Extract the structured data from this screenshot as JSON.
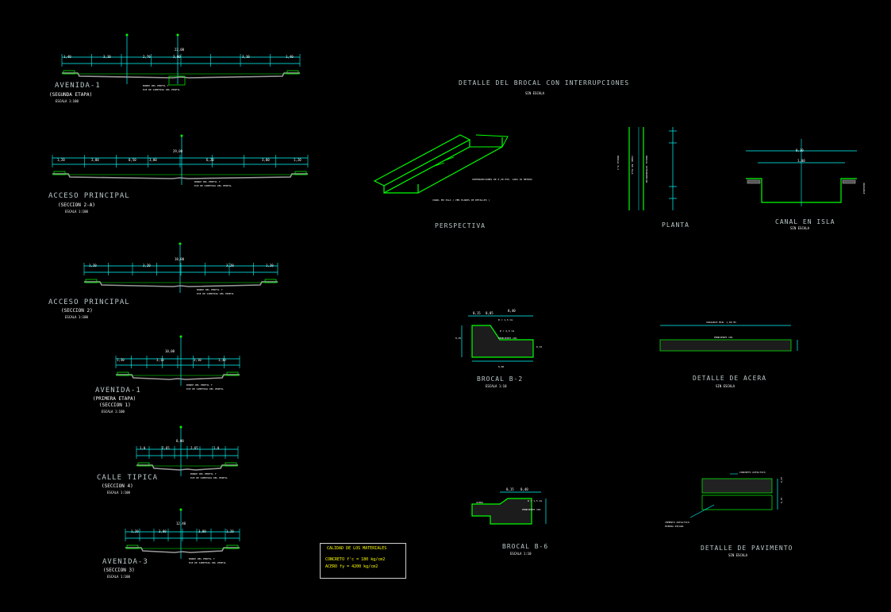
{
  "sections": [
    {
      "title": "AVENIDA-1",
      "sub": "(SEGUNDA ETAPA)",
      "scale": "ESCALA 1:100",
      "total": "22,00",
      "dims": [
        "1,40",
        "3,10",
        "2,70",
        "3,00",
        "3,10",
        "1,40"
      ],
      "notes": [
        "BORDE DEL PERFIL Y",
        "EJE DE SIMETRIA DEL PERFIL"
      ]
    },
    {
      "title": "ACCESO PRINCIPAL",
      "sub": "(SECCION 2-A)",
      "scale": "ESCALA 1:100",
      "total": "29,00",
      "dims": [
        "1,20",
        "3,00",
        "0,50",
        "3,00",
        "6,20",
        "3,00",
        "1,20"
      ],
      "notes": [
        "BORDE DEL PERFIL Y",
        "EJE DE SIMETRIA DEL PERFIL"
      ]
    },
    {
      "title": "ACCESO PRINCIPAL",
      "sub": "(SECCION 2)",
      "scale": "ESCALA 1:100",
      "total": "18,00",
      "dims": [
        "1,20",
        "3,20",
        "3,20",
        "1,20"
      ],
      "notes": [
        "BORDE DEL PERFIL Y",
        "EJE DE SIMETRIA DEL PERFIL"
      ]
    },
    {
      "title": "AVENIDA-1",
      "sub": "(PRIMERA ETAPA)",
      "sub2": "(SECCION 1)",
      "scale": "ESCALA 1:100",
      "total": "10,00",
      "dims": [
        "1,30",
        "3,10",
        "3,10",
        "1,30"
      ],
      "notes": [
        "BORDE DEL PERFIL Y",
        "EJE DE SIMETRIA DEL PERFIL"
      ]
    },
    {
      "title": "CALLE TIPICA",
      "sub": "(SECCION 4)",
      "scale": "ESCALA 1:100",
      "total": "8,00",
      "dims": [
        "1,0",
        "2,65",
        "2,65",
        "1,0"
      ],
      "notes": [
        "BORDE DEL PERFIL Y",
        "EJE DE SIMETRIA DEL PERFIL"
      ]
    },
    {
      "title": "AVENIDA-3",
      "sub": "(SECCION 3)",
      "scale": "ESCALA 1:100",
      "total": "12,40",
      "dims": [
        "1,20",
        "3,00",
        "3,00",
        "1,20"
      ],
      "notes": [
        "BORDE DEL PERFIL Y",
        "EJE DE SIMETRIA DEL PERFIL"
      ]
    }
  ],
  "details": {
    "brocal_interrupciones": {
      "title": "DETALLE DEL BROCAL CON INTERRUPCIONES",
      "scale": "SIN ESCALA"
    },
    "perspectiva": {
      "title": "PERSPECTIVA",
      "notes": [
        "INTERRUPCIONES DE 0,30 MTS. CADA 10 METROS",
        "CANAL EN ISLA ( VER PLANOS DE DETALLES )"
      ]
    },
    "planta": {
      "title": "PLANTA",
      "notes": [
        "BROCAL B-2",
        "CANAL EN ISLA",
        "BROCAL INTERRUMPIDO"
      ]
    },
    "canal_isla": {
      "title": "CANAL EN ISLA",
      "scale": "SIN ESCALA",
      "dims": [
        "0,30",
        "1,00",
        "VARIABLE"
      ]
    },
    "brocal_b2": {
      "title": "BROCAL B-2",
      "scale": "ESCALA 1:10",
      "dims": [
        "0,15",
        "0,05",
        "0,40",
        "R = 1,5 Cm",
        "R = 2,5 Cm",
        "PENDIENTE 10%",
        "0,25",
        "0,15",
        "0,60"
      ]
    },
    "acera": {
      "title": "DETALLE DE ACERA",
      "scale": "SIN ESCALA",
      "dims": [
        "VARIABLE MIN. 1,00 Mt.",
        "PENDIENTE 10%"
      ]
    },
    "brocal_b6": {
      "title": "BROCAL B-6",
      "scale": "ESCALA 1:10",
      "dims": [
        "0,15",
        "0,40",
        "R = 1,5 Cm",
        "PENDIENTE 10%",
        "ACERA"
      ]
    },
    "pavimento": {
      "title": "DETALLE DE PAVIMENTO",
      "scale": "SIN ESCALA",
      "dims": [
        "CONCRETO ASFALTICO",
        "0,07",
        "0,15",
        "CEMENTO ASFALTICO",
        "PIEDRA PICADA"
      ]
    }
  },
  "materials": {
    "title": "CALIDAD DE LOS MATERIALES",
    "row1": "CONCRETO  f'c  =  180  kg/cm2",
    "row2": "ACERO    fy   =  4200  kg/cm2"
  },
  "colors": {
    "background": "#000000",
    "dimension": "#00ffff",
    "geometry": "#00ff00",
    "grey": "#9a9a9a",
    "text": "#ffffff",
    "title": "#b9c6c6",
    "materials": "#ffff00"
  }
}
